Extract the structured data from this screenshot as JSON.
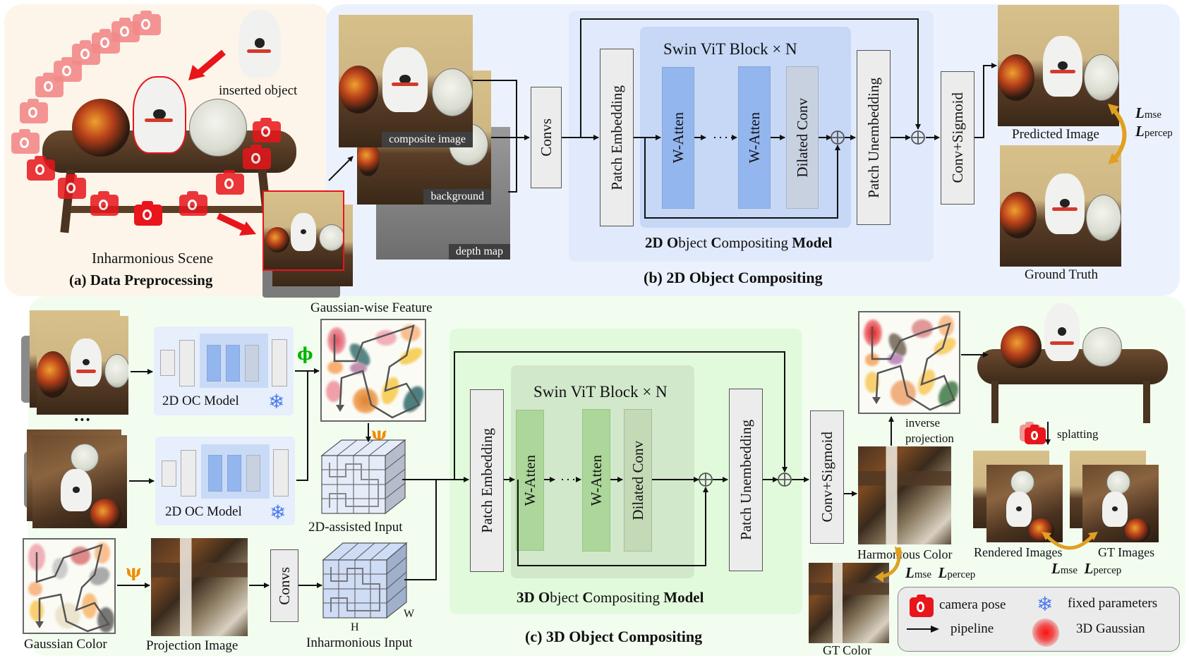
{
  "panel_a": {
    "title": "(a) Data Preprocessing",
    "scene_label": "Inharmonious Scene",
    "inserted_label": "inserted object"
  },
  "panel_b": {
    "title": "(b) 2D Object Compositing",
    "inputs": {
      "composite": "composite image",
      "background": "background",
      "depth": "depth map"
    },
    "convs": "Convs",
    "patch_embedding": "Patch Embedding",
    "swin_block": "Swin ViT Block × N",
    "w_atten_1": "W-Atten",
    "w_atten_2": "W-Atten",
    "dilated_conv": "Dilated Conv",
    "patch_unembedding": "Patch Unembedding",
    "conv_sigmoid": "Conv+Sigmoid",
    "model_name_parts": [
      "2D ",
      "O",
      "bject ",
      "C",
      "ompositing ",
      "Model"
    ],
    "predicted": "Predicted Image",
    "ground_truth": "Ground Truth",
    "loss_mse": "mse",
    "loss_percep": "percep",
    "loss_symbol": "L"
  },
  "panel_c": {
    "title": "(c) 3D Object Compositing",
    "ellipsis": "•••",
    "oc_model_1": "2D OC Model",
    "oc_model_2": "2D OC Model",
    "phi": "ϕ",
    "psi_1": "ψ",
    "psi_2": "ψ",
    "gaussian_feature": "Gaussian-wise Feature",
    "assisted_input": "2D-assisted Input",
    "gaussian_color": "Gaussian Color",
    "projection_image": "Projection Image",
    "convs": "Convs",
    "inharmonious_input": "Inharmonious Input",
    "dim_h": "H",
    "dim_w": "W",
    "patch_embedding": "Patch Embedding",
    "swin_block": "Swin ViT Block × N",
    "w_atten_1": "W-Atten",
    "w_atten_2": "W-Atten",
    "dilated_conv": "Dilated Conv",
    "patch_unembedding": "Patch Unembedding",
    "conv_sigmoid": "Conv+Sigmoid",
    "model_name_parts": [
      "3D ",
      "O",
      "bject ",
      "C",
      "ompositing ",
      "Model"
    ],
    "inverse_projection_1": "inverse",
    "inverse_projection_2": "projection",
    "splatting": "splatting",
    "harmonious_color": "Harmonious Color",
    "gt_color": "GT Color",
    "rendered_images": "Rendered Images",
    "gt_images": "GT Images",
    "loss_symbol": "L",
    "loss_mse": "mse",
    "loss_percep": "percep"
  },
  "legend": {
    "camera_pose": "camera pose",
    "fixed_parameters": "fixed parameters",
    "pipeline": "pipeline",
    "gaussian_3d": "3D Gaussian"
  },
  "colors": {
    "accent_red": "#e8151b",
    "snowflake_blue": "#4f7bee",
    "phi_green": "#00b400",
    "psi_orange": "#f08c00",
    "loss_arrow_gold": "#e0a020"
  }
}
